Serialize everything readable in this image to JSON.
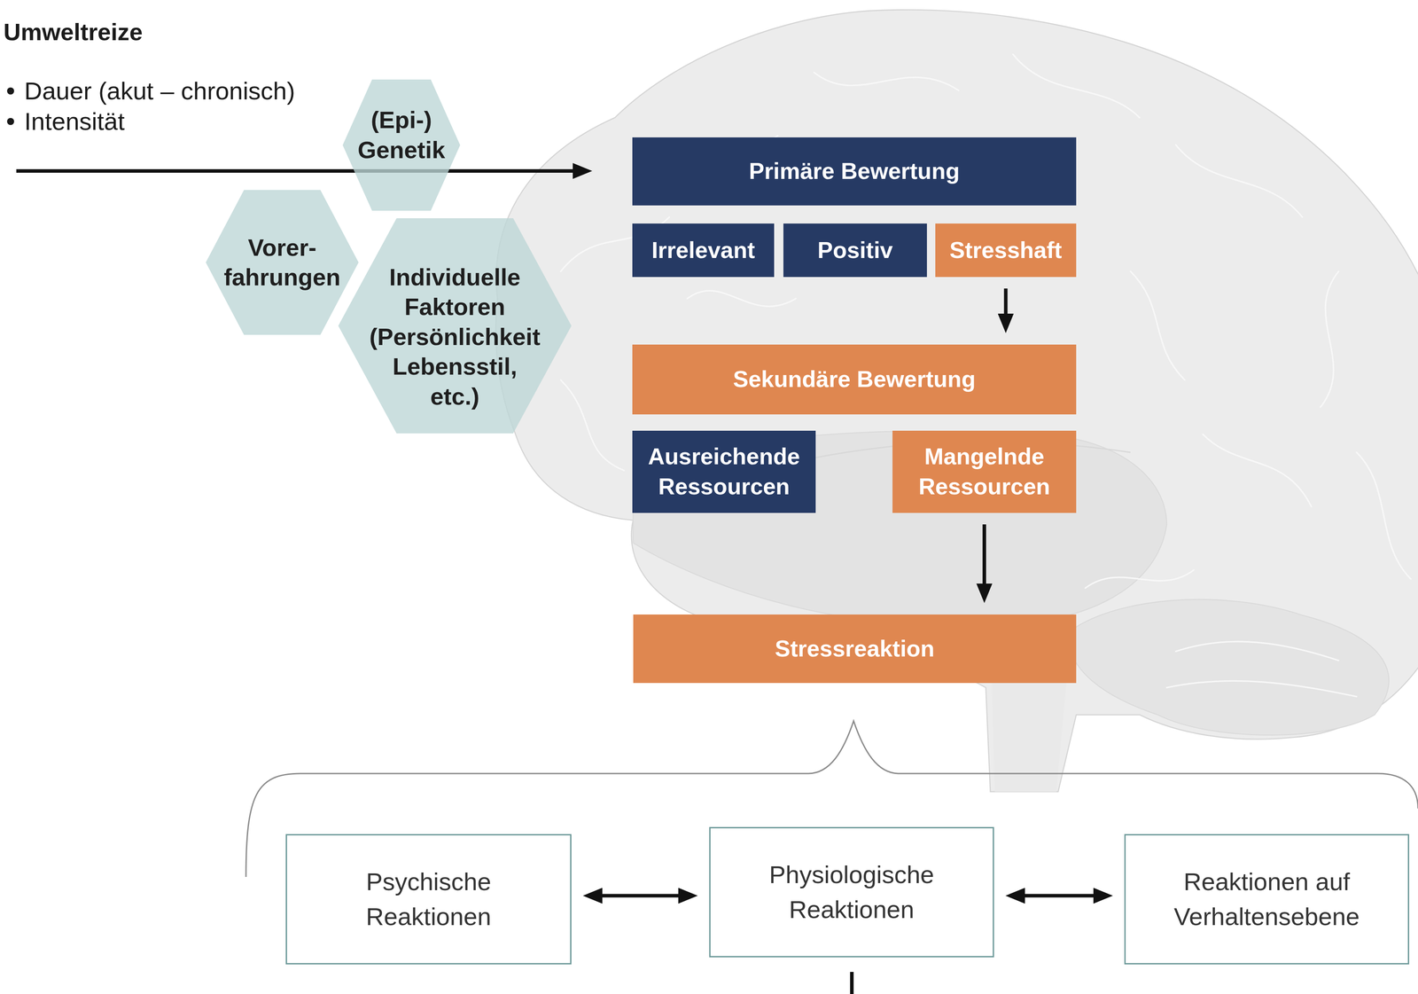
{
  "diagram": {
    "nodes": [
      {
        "text": [
          "(Epi-) Genetik"
        ]
      },
      {
        "text": [
          "Vorer- fahrungen"
        ]
      },
      {
        "text": [
          "Individuelle Faktoren (Persönlichkeit Lebensstil, etc.)"
        ]
      },
      {
        "text": [
          "Primäre Bewertung"
        ]
      },
      {
        "text": [
          "Irrelevant"
        ]
      },
      {
        "text": [
          "Positiv"
        ]
      },
      {
        "text": [
          "Stresshaft"
        ]
      },
      {
        "text": [
          "Sekundäre Bewertung"
        ]
      },
      {
        "text": [
          "Ausreichende Ressourcen"
        ]
      },
      {
        "text": [
          "Mangelnde Ressourcen"
        ]
      },
      {
        "text": [
          "Stressreaktion"
        ]
      },
      {
        "text": [
          "Psychische Reaktionen"
        ]
      },
      {
        "text": [
          "Physiologische Reaktionen"
        ]
      },
      {
        "text": [
          "Reaktionen auf Verhaltensebene"
        ]
      }
    ],
    "edges": [
      {
        "from": 6,
        "to": 7,
        "arrow": "to"
      },
      {
        "from": 9,
        "to": 10,
        "arrow": "to"
      },
      {
        "from": 11,
        "to": 12,
        "arrow": "both"
      },
      {
        "from": 12,
        "to": 13,
        "arrow": "both"
      }
    ],
    "labels": [
      "Umweltreize",
      "Dauer (akut – chronisch)",
      "Intensität"
    ]
  }
}
